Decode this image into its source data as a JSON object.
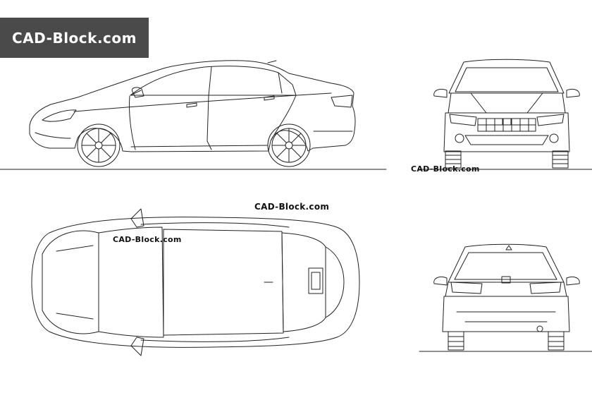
{
  "brand_badge": {
    "label": "CAD-Block.com",
    "background": "#4a4a4a",
    "text_color": "#ffffff"
  },
  "watermarks": {
    "front_view": "CAD-Block.com",
    "top_label": "CAD-Block.com",
    "top_view": "CAD-Block.com"
  },
  "line_color": "#222222"
}
